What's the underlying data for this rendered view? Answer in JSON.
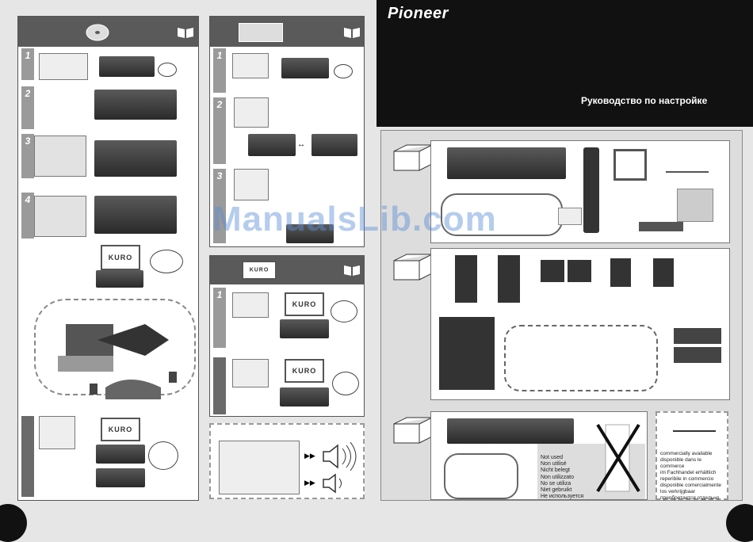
{
  "brand": {
    "logo_text": "Pioneer"
  },
  "cover": {
    "title_ru": "Руководство по настройке"
  },
  "steps": {
    "s1": "1",
    "s2": "2",
    "s3": "3",
    "s4": "4"
  },
  "tv_logo": "KURO",
  "watermark": "ManualsLib.com",
  "not_used": {
    "lines": [
      "Not used",
      "Non utilisé",
      "Nicht belegt",
      "Non utilizzato",
      "No se utiliza",
      "Niet gebruikt",
      "Не используется"
    ]
  },
  "commercial": {
    "lines": [
      "commercially available",
      "disponible dans le commerce",
      "im Fachhandel erhältlich",
      "reperibile in commercio",
      "disponible comercialmente",
      "los verkrijgbaar",
      "приобретается отдельно"
    ]
  },
  "colors": {
    "header_gray": "#5a5a5a",
    "step_gray": "#9a9a9a",
    "cover_black": "#111111",
    "watermark": "#5b8fd6"
  }
}
